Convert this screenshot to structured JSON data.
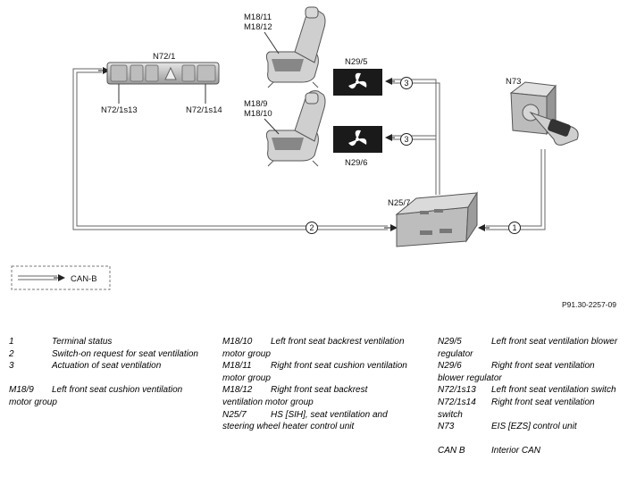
{
  "components": {
    "control_panel": {
      "code": "N72/1",
      "switch_left": "N72/1s13",
      "switch_right": "N72/1s14"
    },
    "seat_upper": {
      "code_a": "M18/11",
      "code_b": "M18/12"
    },
    "seat_lower": {
      "code_a": "M18/9",
      "code_b": "M18/10"
    },
    "blower_upper": "N29/5",
    "blower_lower": "N29/6",
    "module": "N25/7",
    "ignition": "N73"
  },
  "signals": [
    "1",
    "2",
    "3",
    "3"
  ],
  "can_legend": "CAN-B",
  "figure_ref": "P91.30-2257-09",
  "legend": {
    "col1": [
      {
        "code": "1",
        "text": "Terminal status"
      },
      {
        "code": "2",
        "text": "Switch-on request for seat ventilation"
      },
      {
        "code": "3",
        "text": "Actuation of seat ventilation"
      },
      {
        "code": "M18/9",
        "text": "Left front seat cushion ventilation motor group"
      }
    ],
    "col2": [
      {
        "code": "M18/10",
        "text": "Left front seat backrest ventilation motor group"
      },
      {
        "code": "M18/11",
        "text": "Right front seat cushion ventilation motor group"
      },
      {
        "code": "M18/12",
        "text": "Right front seat backrest ventilation motor group"
      },
      {
        "code": "N25/7",
        "text": "HS [SIH], seat ventilation and steering wheel heater control unit"
      }
    ],
    "col3": [
      {
        "code": "N29/5",
        "text": "Left front seat ventilation blower regulator"
      },
      {
        "code": "N29/6",
        "text": "Right front seat ventilation blower regulator"
      },
      {
        "code": "N72/1s13",
        "text": "Left front seat ventilation switch"
      },
      {
        "code": "N72/1s14",
        "text": "Right front seat ventilation switch"
      },
      {
        "code": "N73",
        "text": "EIS [EZS] control unit"
      },
      {
        "code": "CAN B",
        "text": "Interior CAN"
      }
    ]
  },
  "colors": {
    "line": "#7a7a7a",
    "blower_box": "#1a1a1a",
    "component": "#c8c8c8"
  }
}
